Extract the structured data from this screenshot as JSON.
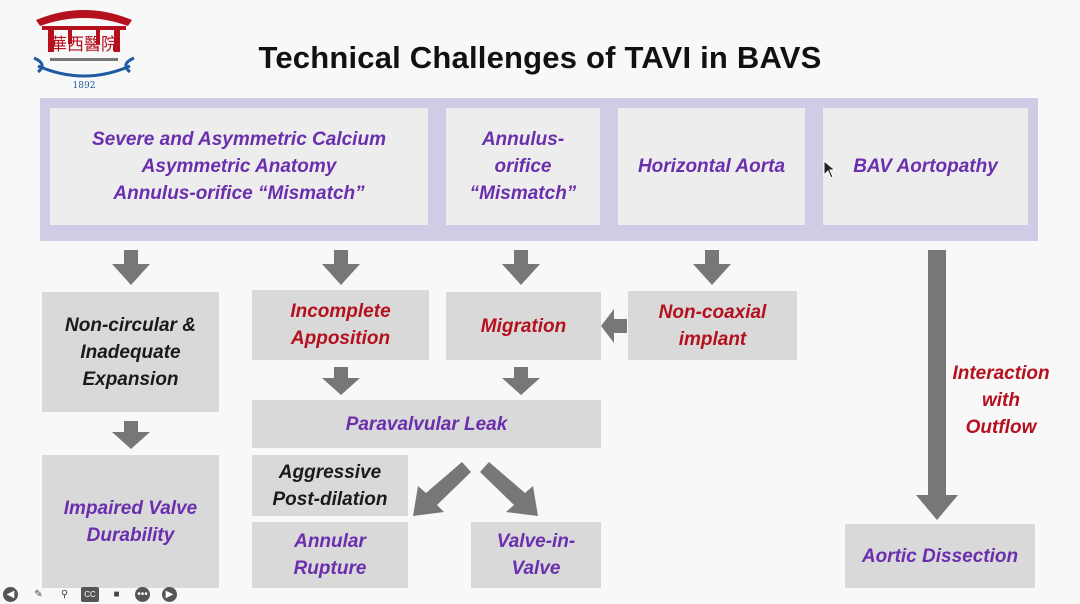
{
  "title": "Technical Challenges of TAVI in BAVS",
  "logo": {
    "chinese_text": "華西醫院",
    "year": "1892",
    "color": "#b5101e"
  },
  "colors": {
    "band": "#cfcde6",
    "box": "#d9d9d9",
    "top_box": "#ededed",
    "purple_text": "#6b2fae",
    "red_text": "#b5101e",
    "arrow": "#777777"
  },
  "top_row": [
    {
      "text": "Severe and Asymmetric Calcium\nAsymmetric Anatomy\nAnnulus-orifice “Mismatch”"
    },
    {
      "text": "Annulus-\norifice\n“Mismatch”"
    },
    {
      "text": "Horizontal Aorta"
    },
    {
      "text": "BAV Aortopathy"
    }
  ],
  "boxes": {
    "non_circular": "Non-circular &\nInadequate\nExpansion",
    "incomplete_apposition": "Incomplete\nApposition",
    "migration": "Migration",
    "non_coaxial": "Non-coaxial\nimplant",
    "paravalvular_leak": "Paravalvular Leak",
    "aggressive_post_dilation": "Aggressive\nPost-dilation",
    "impaired_durability": "Impaired Valve\nDurability",
    "annular_rupture": "Annular\nRupture",
    "valve_in_valve": "Valve-in-\nValve",
    "aortic_dissection": "Aortic Dissection"
  },
  "interaction_label": "Interaction\nwith\nOutflow",
  "controls": [
    "back-icon",
    "pen-icon",
    "zoom-icon",
    "captions-icon",
    "video-icon",
    "more-icon",
    "forward-icon"
  ]
}
